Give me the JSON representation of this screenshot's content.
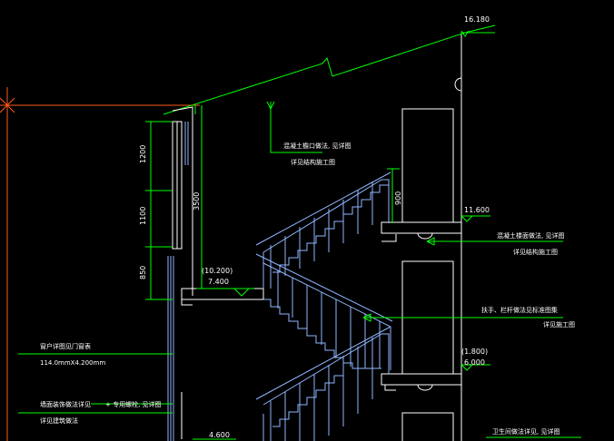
{
  "drawing": {
    "elevations": {
      "top": "16.180",
      "floor_upper": "11.600",
      "landing_upper_a": "(10.200)",
      "landing_upper_b": "7.400",
      "landing_mid_a": "(1.800)",
      "landing_mid_b": "6.000",
      "bottom": "4.600"
    },
    "dimensions": {
      "d1200": "1200",
      "d1100": "1100",
      "d850": "850",
      "d3500": "3500",
      "d900": "900"
    },
    "annotations": {
      "roof_a": "混凝土檐口做法, 见详图",
      "roof_b": "详见结构施工图",
      "floor_a": "混凝土楼面做法, 见详图",
      "floor_b": "详见结构施工图",
      "rail_a": "扶手、栏杆做法见标准图集",
      "rail_b": "详见施工图",
      "window_a": "窗户详图见门窗表",
      "window_b": "114.0mmX4.200mm",
      "wall_a": "墙面装饰做法详见",
      "wall_b": "+ 专用螺栓, 见详图",
      "wall_c": "详见建筑做法",
      "bottom_right": "卫生间做法详见, 见详图"
    },
    "colors": {
      "guide": "#00ff00",
      "outline": "#ffffff",
      "stair": "#8fb6ff",
      "axis": "#ff5a1a"
    }
  }
}
